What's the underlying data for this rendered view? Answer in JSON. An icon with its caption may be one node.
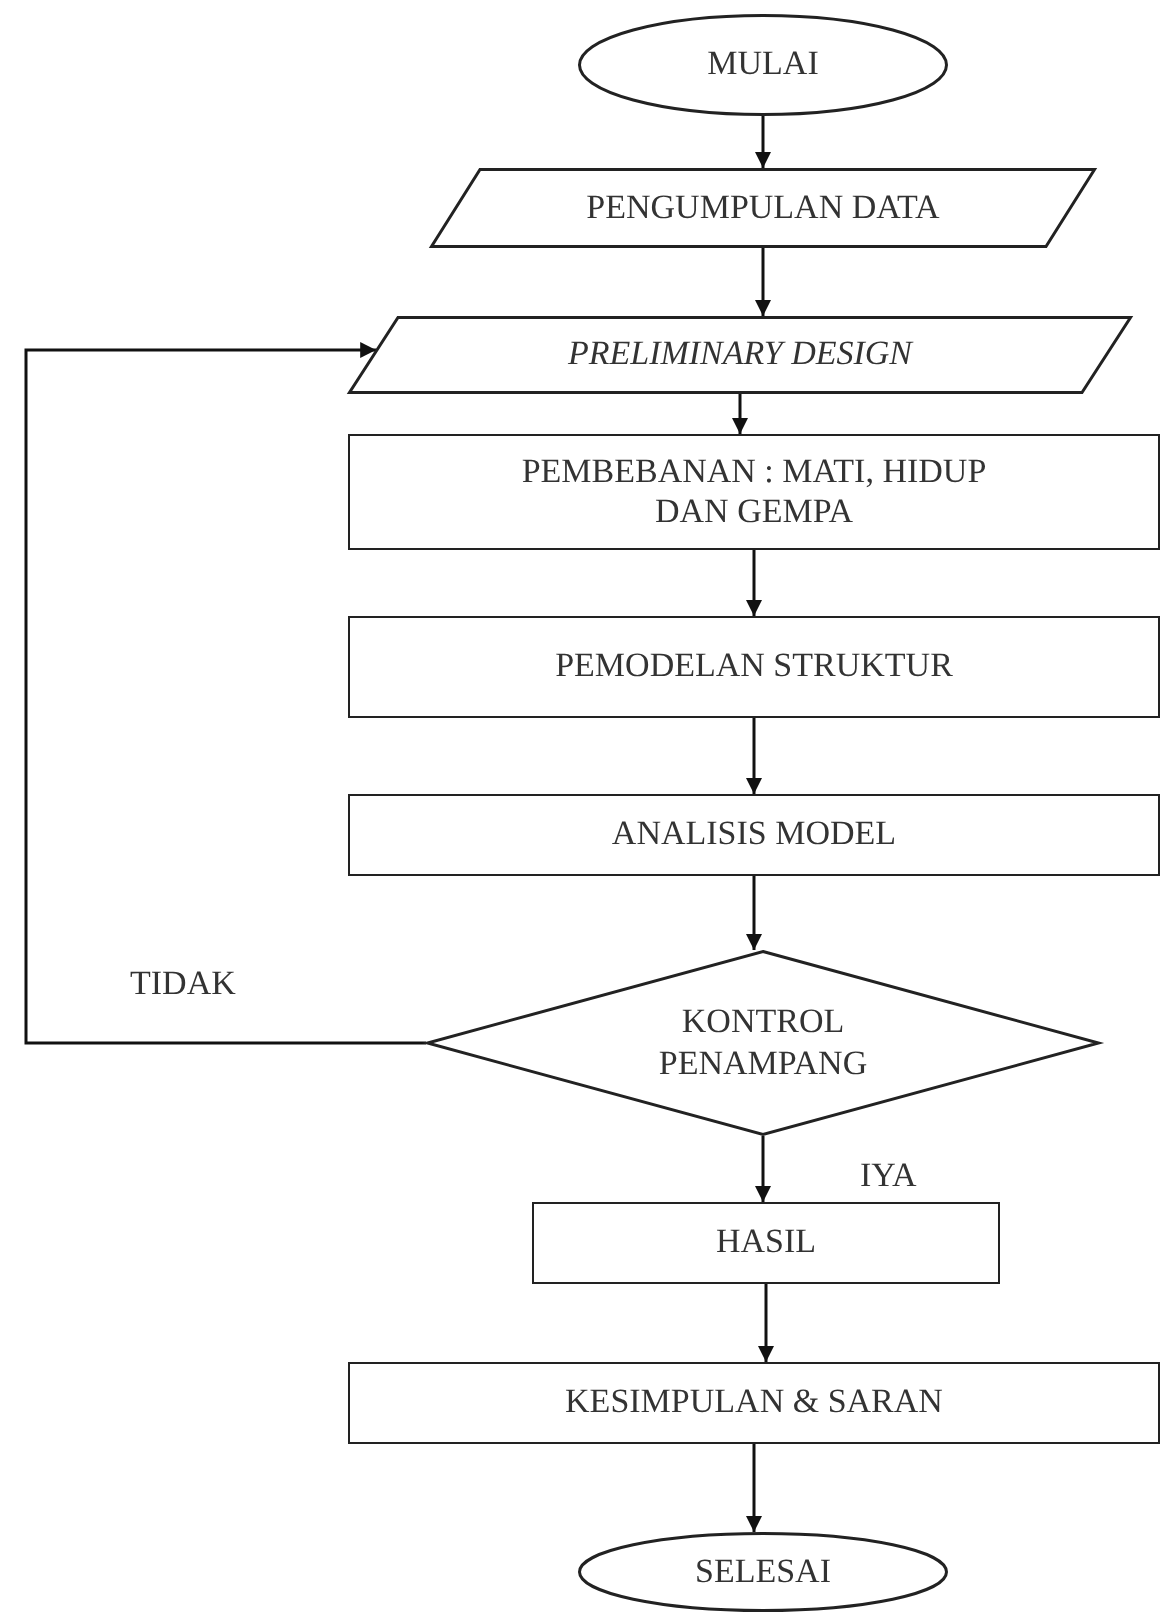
{
  "diagram": {
    "nodes": [
      {
        "text": [
          "MULAI"
        ]
      },
      {
        "text": [
          "PENGUMPULAN DATA"
        ]
      },
      {
        "text": [
          "PRELIMINARY DESIGN"
        ]
      },
      {
        "text": [
          "PEMBEBANAN : MATI, HIDUP DAN GEMPA"
        ]
      },
      {
        "text": [
          "PEMODELAN STRUKTUR"
        ]
      },
      {
        "text": [
          "ANALISIS MODEL"
        ]
      },
      {
        "text": [
          "KONTROL PENAMPANG"
        ]
      },
      {
        "text": [
          "HASIL"
        ]
      },
      {
        "text": [
          "KESIMPULAN & SARAN"
        ]
      },
      {
        "text": [
          "SELESAI"
        ]
      }
    ],
    "edges": [
      {
        "from": 0,
        "to": 1,
        "arrow": "to"
      },
      {
        "from": 1,
        "to": 2,
        "arrow": "to"
      },
      {
        "from": 2,
        "to": 3,
        "arrow": "to"
      },
      {
        "from": 3,
        "to": 4,
        "arrow": "to"
      },
      {
        "from": 4,
        "to": 5,
        "arrow": "to"
      },
      {
        "from": 5,
        "to": 6,
        "arrow": "to"
      },
      {
        "from": 6,
        "to": 2,
        "arrow": "to",
        "label": "TIDAK"
      },
      {
        "from": 6,
        "to": 7,
        "arrow": "to",
        "label": "IYA"
      },
      {
        "from": 7,
        "to": 8,
        "arrow": "to"
      },
      {
        "from": 8,
        "to": 9,
        "arrow": "to"
      }
    ]
  }
}
